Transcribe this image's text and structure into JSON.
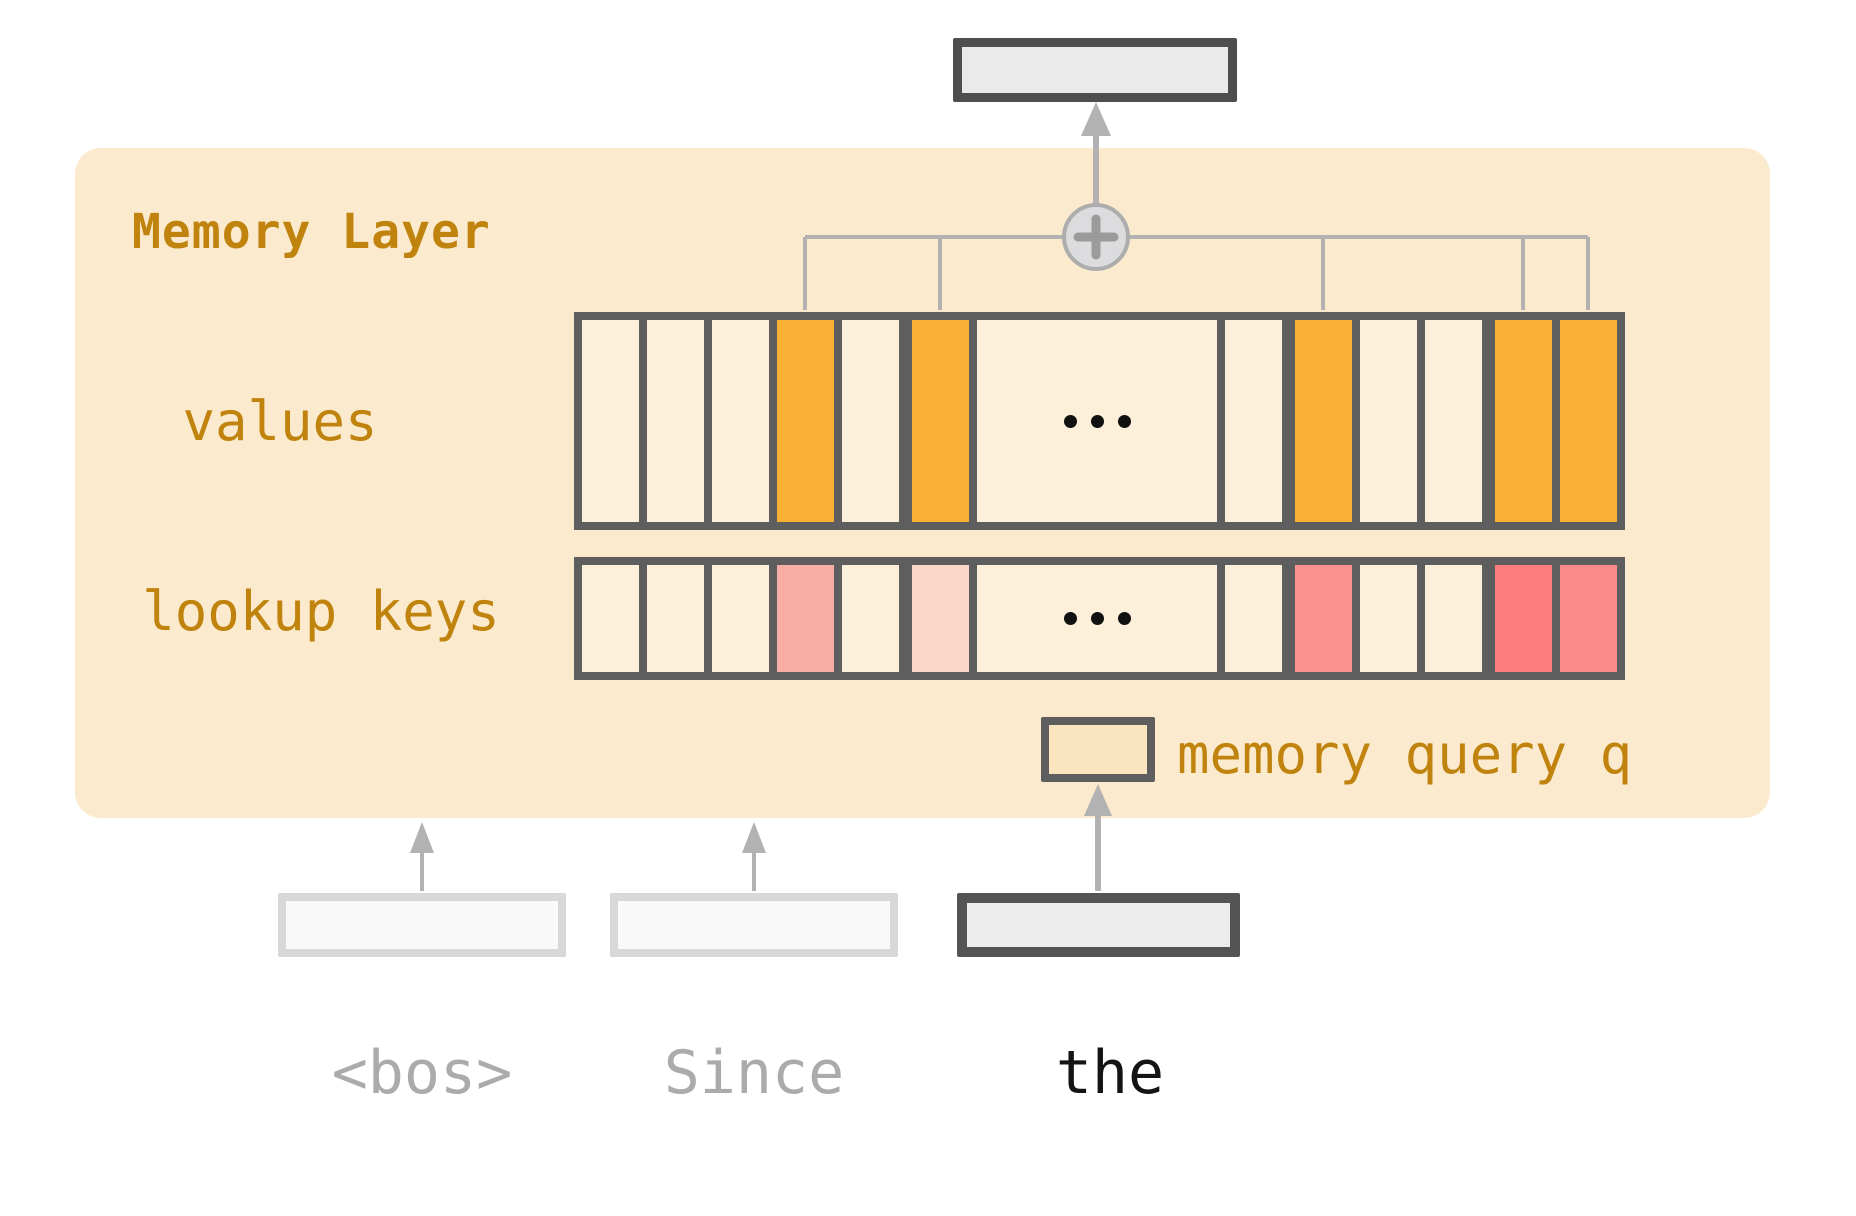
{
  "title": "Memory Layer",
  "labels": {
    "values": "values",
    "lookup_keys": "lookup keys",
    "memory_query": "memory query q"
  },
  "ellipsis": "...",
  "plus_node": "+",
  "tokens": [
    {
      "label": "<bos>",
      "state": "faded"
    },
    {
      "label": "Since",
      "state": "faded"
    },
    {
      "label": "the",
      "state": "active"
    }
  ],
  "memory": {
    "values_row": [
      {
        "fill": "cream"
      },
      {
        "fill": "cream"
      },
      {
        "fill": "cream"
      },
      {
        "fill": "orange"
      },
      {
        "fill": "cream"
      },
      {
        "fill": "orange",
        "block": true
      },
      {
        "fill": "cream",
        "wide": true,
        "dots": true
      },
      {
        "fill": "cream"
      },
      {
        "fill": "orange",
        "block": true
      },
      {
        "fill": "cream"
      },
      {
        "fill": "cream"
      },
      {
        "fill": "orange",
        "block": true
      },
      {
        "fill": "orange"
      }
    ],
    "keys_row": [
      {
        "fill": "cream"
      },
      {
        "fill": "cream"
      },
      {
        "fill": "cream"
      },
      {
        "fill": "pink_muted"
      },
      {
        "fill": "cream"
      },
      {
        "fill": "pink_faint",
        "block": true
      },
      {
        "fill": "cream",
        "wide": true,
        "dots": true
      },
      {
        "fill": "cream"
      },
      {
        "fill": "pink_medium",
        "block": true
      },
      {
        "fill": "cream"
      },
      {
        "fill": "cream"
      },
      {
        "fill": "pink_strong",
        "block": true
      },
      {
        "fill": "pink_soft"
      }
    ]
  },
  "colors": {
    "panel": "#FBEACD",
    "cream": "#FCF0DB",
    "orange": "#FAAF35",
    "pink_muted": "#F7ACA4",
    "pink_faint": "#FAD7C6",
    "pink_medium": "#FC9191",
    "pink_strong": "#FB7D7D",
    "pink_soft": "#FB8B8B",
    "border_dark": "#5E5E5E",
    "accent_text": "#C0830D",
    "connector": "#B2B2B2",
    "node_fill": "#DCDCDE",
    "node_stroke": "#ADADAD",
    "token_faded_text": "#ABABAB",
    "token_active_text": "#141414"
  }
}
